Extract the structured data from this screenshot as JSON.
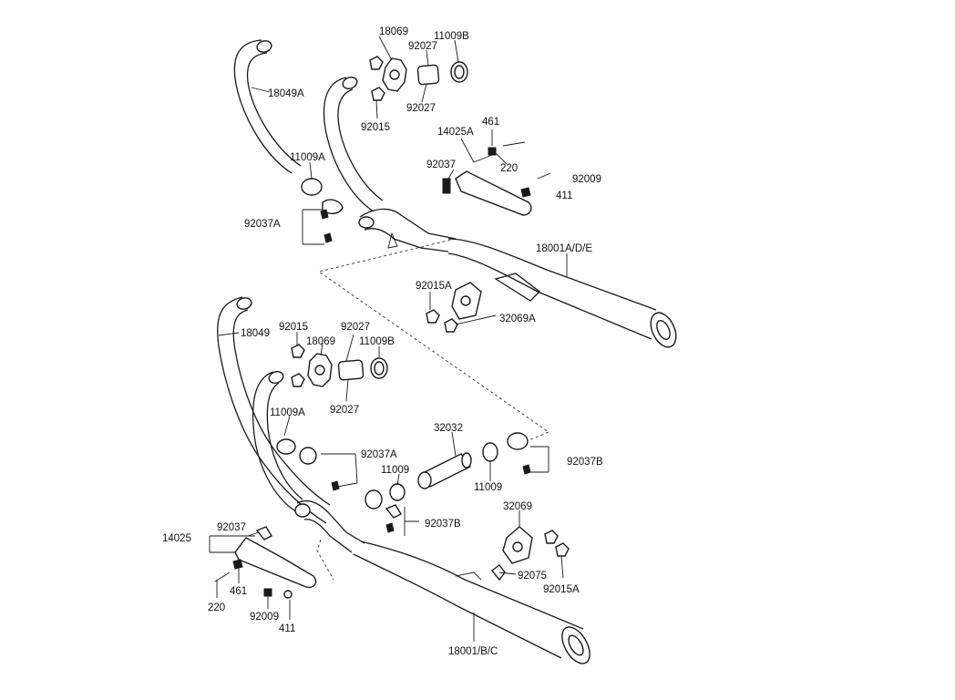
{
  "labels": {
    "upper": {
      "l18069": "18069",
      "l11009b": "11009B",
      "l92027a": "92027",
      "l92027b": "92027",
      "l18049a": "18049A",
      "l92015": "92015",
      "l461": "461",
      "l14025a": "14025A",
      "l92037": "92037",
      "l220": "220",
      "l92009": "92009",
      "l411": "411",
      "l11009a": "11009A",
      "l92037a": "92037A",
      "l18001ade": "18001A/D/E",
      "l92015a": "92015A",
      "l32069a": "32069A"
    },
    "lower": {
      "l18049": "18049",
      "l92015": "92015",
      "l92027a": "92027",
      "l18069": "18069",
      "l11009b": "11009B",
      "l92027b": "92027",
      "l11009a": "11009A",
      "l92037a": "92037A",
      "l32032": "32032",
      "l11009a2": "11009",
      "l11009b2": "11009",
      "l92037b1": "92037B",
      "l92037b2": "92037B",
      "l32069": "32069",
      "l14025": "14025",
      "l92037": "92037",
      "l92075": "92075",
      "l92015a": "92015A",
      "l461": "461",
      "l220": "220",
      "l92009": "92009",
      "l411": "411",
      "l18001bc": "18001/B/C"
    }
  }
}
